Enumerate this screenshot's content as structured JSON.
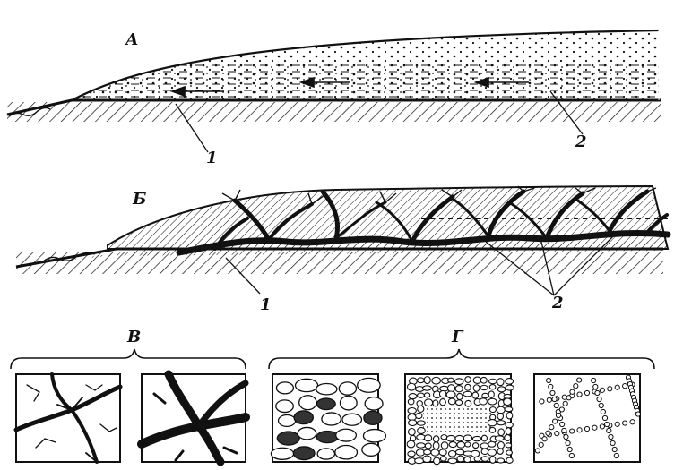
{
  "labels": {
    "panel_a": "А",
    "panel_b": "Б",
    "group_v": "В",
    "group_g": "Г",
    "a_callout_1": "1",
    "a_callout_2": "2",
    "b_callout_1": "1",
    "b_callout_2": "2"
  },
  "colors": {
    "ink": "#111111",
    "paper": "#ffffff"
  },
  "panels": [
    {
      "name": "section-a",
      "content": "sediment-wedge-with-flow-arrows"
    },
    {
      "name": "section-b",
      "content": "sediment-wedge-with-channel-network"
    }
  ],
  "thumbnails": {
    "group_v": [
      "thin-cracks",
      "thick-cracks"
    ],
    "group_g": [
      "pebbles",
      "gravel-and-sand",
      "bead-chain-network"
    ]
  }
}
